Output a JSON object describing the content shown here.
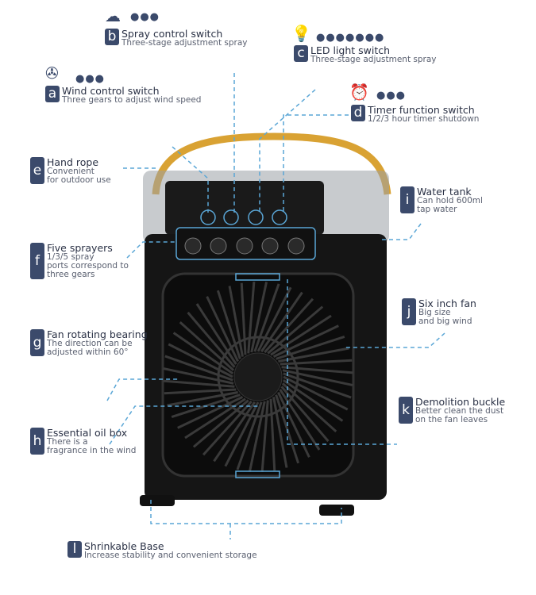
{
  "features": [
    {
      "letter": "a",
      "title": "Wind control switch",
      "lines": [
        "Three gears to adjust wind speed"
      ],
      "icon": "fan-icon",
      "levels": "●●●"
    },
    {
      "letter": "b",
      "title": "Spray control switch",
      "lines": [
        "Three-stage adjustment spray"
      ],
      "icon": "spray-icon",
      "levels": "●●●"
    },
    {
      "letter": "c",
      "title": "LED light switch",
      "lines": [
        "Three-stage adjustment spray"
      ],
      "icon": "bulb-icon",
      "levels": "●●●●●●●"
    },
    {
      "letter": "d",
      "title": "Timer function switch",
      "lines": [
        "1/2/3 hour timer shutdown"
      ],
      "icon": "alarm-clock-icon",
      "levels": "●●●"
    },
    {
      "letter": "e",
      "title": "Hand rope",
      "lines": [
        "Convenient",
        "for outdoor use"
      ]
    },
    {
      "letter": "f",
      "title": "Five sprayers",
      "lines": [
        "1/3/5 spray",
        "ports correspond to",
        "three gears"
      ]
    },
    {
      "letter": "g",
      "title": "Fan rotating bearing",
      "lines": [
        "The direction can be",
        "adjusted within 60°"
      ]
    },
    {
      "letter": "h",
      "title": "Essential oil box",
      "lines": [
        "There is a",
        "fragrance in the wind"
      ]
    },
    {
      "letter": "i",
      "title": "Water tank",
      "lines": [
        "Can hold 600ml",
        "tap water"
      ]
    },
    {
      "letter": "j",
      "title": "Six inch fan",
      "lines": [
        "Big size",
        "and big wind"
      ]
    },
    {
      "letter": "k",
      "title": "Demolition buckle",
      "lines": [
        "Better clean the dust",
        "on the fan leaves"
      ]
    },
    {
      "letter": "l",
      "title": "Shrinkable Base",
      "lines": [
        "Increase stability and convenient storage"
      ]
    }
  ],
  "colors": {
    "badge": "#3b4a6b",
    "leader": "#5aa6d6",
    "handle": "#d9a233",
    "body": "#151515"
  }
}
